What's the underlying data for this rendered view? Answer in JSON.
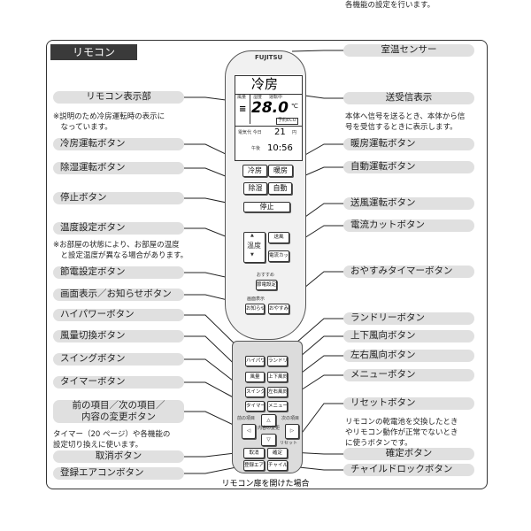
{
  "title": "リモコン",
  "caption": "リモコン扉を開けた場合",
  "left_labels": [
    {
      "label": "リモコン表示部",
      "note": "※説明のため冷房運転時の表示に\n　なっています。"
    },
    {
      "label": "冷房運転ボタン"
    },
    {
      "label": "除湿運転ボタン"
    },
    {
      "label": "停止ボタン"
    },
    {
      "label": "温度設定ボタン",
      "note": "※お部屋の状態により、お部屋の温度\n　と設定温度が異なる場合があります。"
    },
    {
      "label": "節電設定ボタン"
    },
    {
      "label": "画面表示／お知らせボタン"
    },
    {
      "label": "ハイパワーボタン"
    },
    {
      "label": "風量切換ボタン"
    },
    {
      "label": "スイングボタン"
    },
    {
      "label": "タイマーボタン"
    },
    {
      "label": "前の項目／次の項目／\n内容の変更ボタン",
      "note": "タイマー（20 ページ）や各機能の\n設定切り換えに使います。"
    },
    {
      "label": "取消ボタン"
    },
    {
      "label": "登録エアコンボタン"
    }
  ],
  "right_labels": [
    {
      "label": "室温センサー"
    },
    {
      "label": "送受信表示",
      "note": "本体へ信号を送るとき、本体から信\n号を受信するときに表示します。"
    },
    {
      "label": "暖房運転ボタン"
    },
    {
      "label": "自動運転ボタン"
    },
    {
      "label": "送風運転ボタン"
    },
    {
      "label": "電流カットボタン"
    },
    {
      "label": "おやすみタイマーボタン"
    },
    {
      "label": "ランドリーボタン"
    },
    {
      "label": "上下風向ボタン"
    },
    {
      "label": "左右風向ボタン"
    },
    {
      "label": "メニューボタン",
      "note": "各機能の設定を行います。"
    },
    {
      "label": "リセットボタン",
      "note": "リモコンの乾電池を交換したとき\nやリモコン動作が正常でないとき\nに使うボタンです。"
    },
    {
      "label": "確定ボタン"
    },
    {
      "label": "チャイルドロックボタン"
    }
  ],
  "remote": {
    "brand": "FUJITSU",
    "display": {
      "mode": "冷房",
      "fan": "風量",
      "humidity": "湿度",
      "status": "運転中",
      "temp": "28.0",
      "unit": "℃",
      "eco": "予約ECO",
      "cost_label": "電気代 今日",
      "cost": "21",
      "yen": "円",
      "time_label": "午後",
      "time": "10:56"
    },
    "buttons": {
      "cool": "冷房",
      "heat": "暖房",
      "dry": "除湿",
      "auto": "自動",
      "stop": "停止",
      "temp_up": "▲",
      "temp": "温度",
      "temp_down": "▼",
      "fan": "送風",
      "power_cut": "電流カット",
      "recommend": "おすすめ",
      "power_save": "節電設定",
      "screen_display": "画面表示",
      "notice": "お知らせ",
      "sleep": "おやすみ",
      "hipower": "ハイパワー",
      "laundry": "ランドリー",
      "fan_speed": "風量",
      "updown": "上下風向",
      "swing": "スイング",
      "leftright": "左右風向",
      "timer": "タイマー",
      "menu": "メニュー",
      "prev": "前の項目",
      "next": "次の項目",
      "change": "内容の変更",
      "left": "◁",
      "up": "△",
      "down": "▽",
      "right": "▷",
      "reset": "リセット",
      "cancel": "取消",
      "ok": "確定",
      "register": "登録エアコン",
      "child_lock": "チャイルドロック"
    }
  }
}
